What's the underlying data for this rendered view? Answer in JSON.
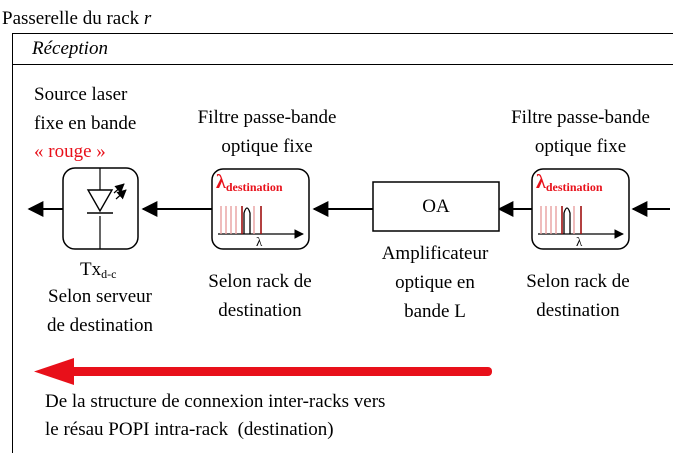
{
  "header": {
    "title_prefix": "Passerelle du rack ",
    "title_var": "r",
    "section": "Réception"
  },
  "laser": {
    "label_line1": "Source laser",
    "label_line2": "fixe en bande",
    "band_word": "« rouge »",
    "tx_main": "Tx",
    "tx_sub": "d-c",
    "caption_line1": "Selon serveur",
    "caption_line2": "de destination"
  },
  "filter_left": {
    "label_line1": "Filtre passe-bande",
    "label_line2": "optique fixe",
    "lambda_main": "λ",
    "lambda_sub": "destination",
    "axis_label": "λ",
    "caption_line1": "Selon rack de",
    "caption_line2": "destination"
  },
  "amplifier": {
    "box_label": "OA",
    "caption_line1": "Amplificateur",
    "caption_line2": "optique en",
    "caption_line3": "bande L"
  },
  "filter_right": {
    "label_line1": "Filtre passe-bande",
    "label_line2": "optique fixe",
    "lambda_main": "λ",
    "lambda_sub": "destination",
    "axis_label": "λ",
    "caption_line1": "Selon rack de",
    "caption_line2": "destination"
  },
  "footer": {
    "line1": "De la structure de connexion inter-racks vers",
    "line2": "le résau POPI intra-rack  (destination)"
  },
  "colors": {
    "accent_red": "#e8101a",
    "ink": "#000000",
    "faded_red": "#e8a0a0"
  }
}
